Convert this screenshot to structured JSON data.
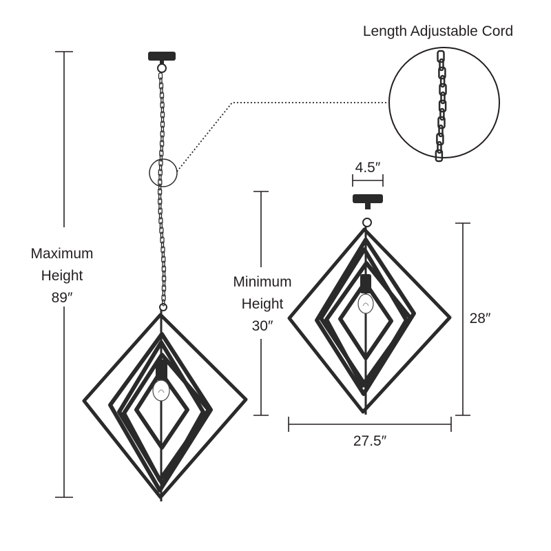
{
  "callout": {
    "label": "Length Adjustable Cord"
  },
  "left_fixture": {
    "height_label": [
      "Maximum",
      "Height",
      "89″"
    ]
  },
  "right_fixture": {
    "height_label": [
      "Minimum",
      "Height",
      "30″"
    ],
    "canopy_width": "4.5″",
    "body_height": "28″",
    "body_width": "27.5″"
  },
  "colors": {
    "ink": "#231f20",
    "fixture": "#2a2a2a"
  }
}
